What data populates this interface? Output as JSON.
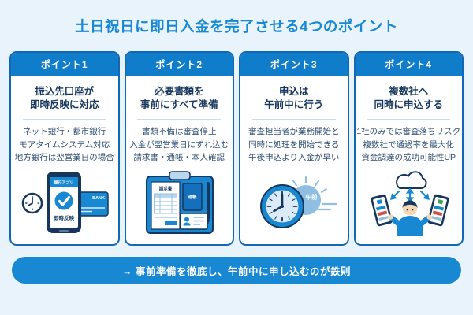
{
  "title": "土日祝日に即日入金を完了させる4つのポイント",
  "colors": {
    "background": "#E9F3FB",
    "primary_blue": "#1788D1",
    "header_blue": "#0F7DC9",
    "card_border": "#1268B5",
    "navy_text": "#16365C",
    "body_text": "#2E4E70"
  },
  "cards": [
    {
      "badge": "ポイント1",
      "heading_lines": [
        "振込先口座が",
        "即時反映に対応"
      ],
      "body_lines": [
        "ネット銀行・都市銀行",
        "モアタイムシステム対応",
        "地方銀行は翌営業日の場合"
      ]
    },
    {
      "badge": "ポイント2",
      "heading_lines": [
        "必要書類を",
        "事前にすべて準備"
      ],
      "body_lines": [
        "書類不備は審査停止",
        "入金が翌営業日にずれ込む",
        "請求書・通帳・本人確認"
      ]
    },
    {
      "badge": "ポイント3",
      "heading_lines": [
        "申込は",
        "午前中に行う"
      ],
      "body_lines": [
        "審査担当者が業務開始と",
        "同時に処理を開始できる",
        "午後申込より入金が早い"
      ]
    },
    {
      "badge": "ポイント4",
      "heading_lines": [
        "複数社へ",
        "同時に申込する"
      ],
      "body_lines": [
        "1社のみでは審査落ちリスク",
        "複数社で通過率を最大化",
        "資金調達の成功可能性UP"
      ]
    }
  ],
  "illustrations": {
    "card1": {
      "phone_header": "銀行アプリ",
      "instant_label": "即時反映",
      "card_brand": "BANK"
    },
    "card2": {
      "invoice_label": "請求書",
      "passbook_label": "通帳"
    },
    "card3": {
      "sun_label": "午前"
    }
  },
  "footer": {
    "text": "→ 事前準備を徹底し、午前中に申し込むのが鉄則"
  }
}
